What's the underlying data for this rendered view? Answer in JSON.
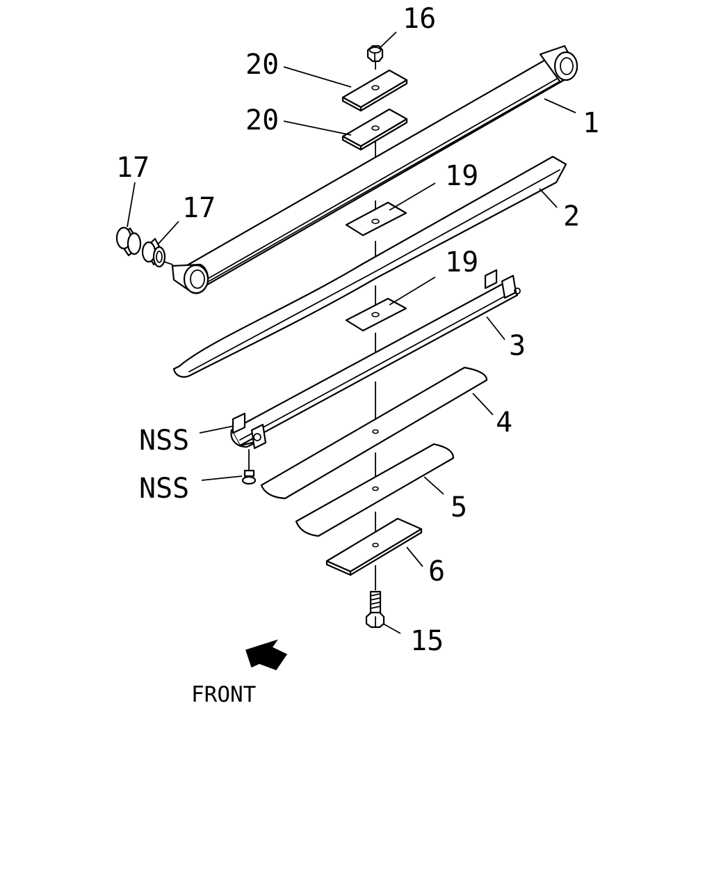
{
  "callouts": {
    "c16": "16",
    "c20a": "20",
    "c20b": "20",
    "c1": "1",
    "c17a": "17",
    "c17b": "17",
    "c19a": "19",
    "c2": "2",
    "c19b": "19",
    "c3": "3",
    "c4": "4",
    "nss1": "NSS",
    "nss2": "NSS",
    "c5": "5",
    "c6": "6",
    "c15": "15"
  },
  "front_label": "FRONT",
  "colors": {
    "line": "#000000",
    "background": "#ffffff"
  }
}
